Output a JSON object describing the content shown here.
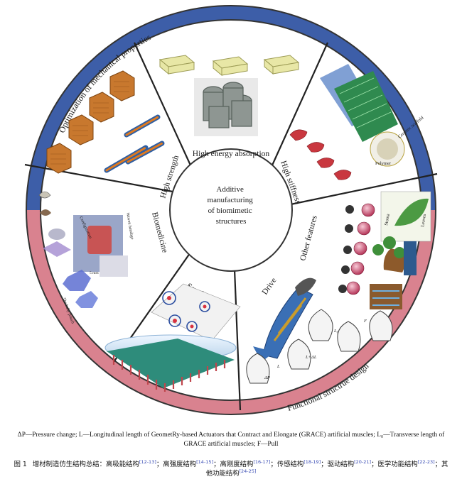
{
  "diagram": {
    "center_text": [
      "Additive",
      "manufacturing",
      "of biomimetic",
      "structures"
    ],
    "outer_ring": {
      "top_label": "Optimization of mechanical properties",
      "bottom_label": "Functional structrue design",
      "top_color": "#3d5ea8",
      "bottom_color": "#d9828f"
    },
    "segments": [
      {
        "label": "High strength"
      },
      {
        "label": "High energy absorption"
      },
      {
        "label": "High stiffness"
      },
      {
        "label": "Other features"
      },
      {
        "label": "Drive"
      },
      {
        "label": "Sensing"
      },
      {
        "label": "Biomedicine"
      }
    ],
    "image_labels": {
      "stoma": "Stoma",
      "leaves": "Leaves",
      "polymer": "Polymer",
      "ceramic": "Ceramic\nscaffold",
      "configuration": "Configuration",
      "weave": "Woven\nbandage",
      "baby_pouch": "The baby pouch",
      "scale_label": "5 mm",
      "drive_labels": [
        "ΔP",
        "L",
        "L₀",
        "F",
        "L+ΔL"
      ]
    }
  },
  "caption": {
    "note_prefix": "ΔP",
    "note": "—Pressure change; L—Longitudinal length of GeometRy-based Actuators that Contract and Elongate (GRACE) artificial muscles; L₀—Transverse length of GRACE artificial muscles; F—Pull",
    "figure_number": "图 1",
    "figure_title_parts": [
      {
        "text": "增材制造仿生结构总结：高吸能结构",
        "cite": "[12-13]"
      },
      {
        "text": "；高强度结构",
        "cite": "[14-15]"
      },
      {
        "text": "；高刚度结构",
        "cite": "[16-17]"
      },
      {
        "text": "；传感结构",
        "cite": "[18-19]"
      },
      {
        "text": "；驱动结构",
        "cite": "[20-21]"
      },
      {
        "text": "；医学功能结构",
        "cite": "[22-23]"
      },
      {
        "text": "；其他功能结构",
        "cite": "[24-25]"
      }
    ]
  }
}
